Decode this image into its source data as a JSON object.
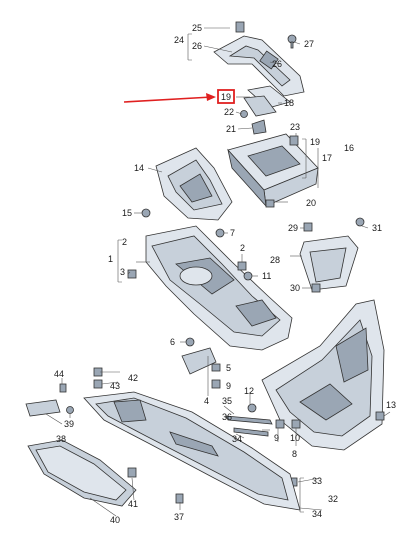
{
  "callouts": {
    "c1": "1",
    "c2": "2",
    "c3": "3",
    "c4": "4",
    "c5": "5",
    "c6": "6",
    "c7": "7",
    "c8": "8",
    "c9": "9",
    "c10": "10",
    "c11": "11",
    "c12": "12",
    "c13": "13",
    "c14": "14",
    "c15": "15",
    "c16": "16",
    "c17": "17",
    "c18": "18",
    "c19": "19",
    "c19b": "19",
    "c20": "20",
    "c21": "21",
    "c22": "22",
    "c23": "23",
    "c24": "24",
    "c25": "25",
    "c26": "26",
    "c26b": "26",
    "c27": "27",
    "c28": "28",
    "c29": "29",
    "c30": "30",
    "c31": "31",
    "c32": "32",
    "c33": "33",
    "c34": "34",
    "c34b": "34",
    "c35": "35",
    "c36": "36",
    "c37": "37",
    "c38": "38",
    "c39": "39",
    "c40": "40",
    "c41": "41",
    "c42": "42",
    "c43": "43",
    "c44": "44"
  },
  "colors": {
    "highlight": "#e02020",
    "part_fill": "#c7d0da",
    "part_light": "#dfe5ec",
    "part_dark": "#9aa6b4",
    "ink": "#1a1a1a"
  }
}
